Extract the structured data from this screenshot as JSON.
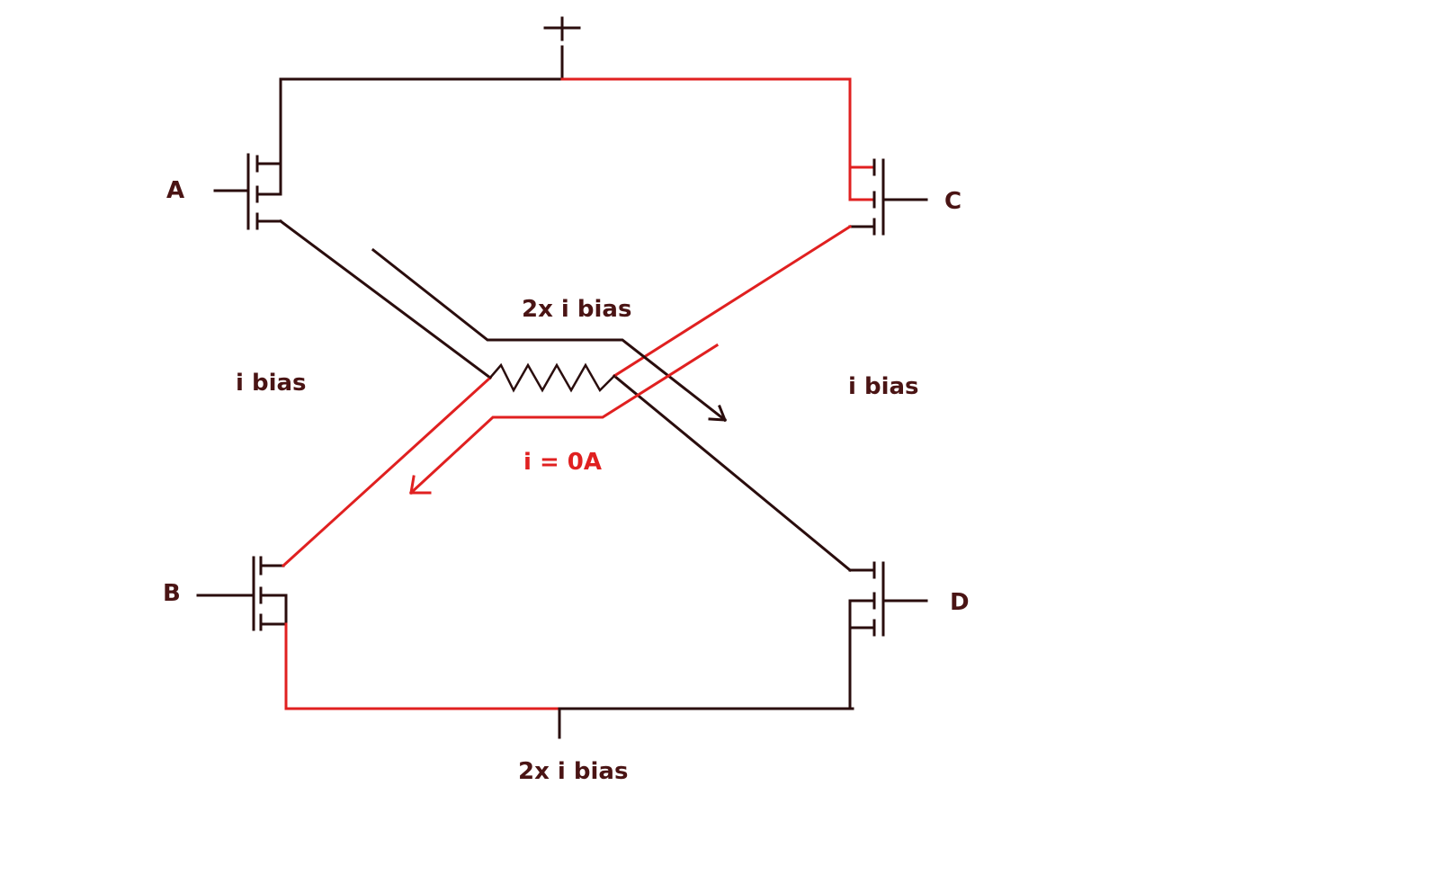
{
  "colors": {
    "black_wire": "#2a0d0d",
    "red_wire": "#e02020",
    "label_dark": "#4a1414",
    "label_red": "#e02020",
    "background": "#ffffff"
  },
  "labels": {
    "supply_symbol": "+",
    "node_a": "A",
    "node_b": "B",
    "node_c": "C",
    "node_d": "D",
    "current_top": "2x i bias",
    "current_bottom": "2x i bias",
    "current_left": "i bias",
    "current_right": "i bias",
    "current_red": "i = 0A"
  }
}
